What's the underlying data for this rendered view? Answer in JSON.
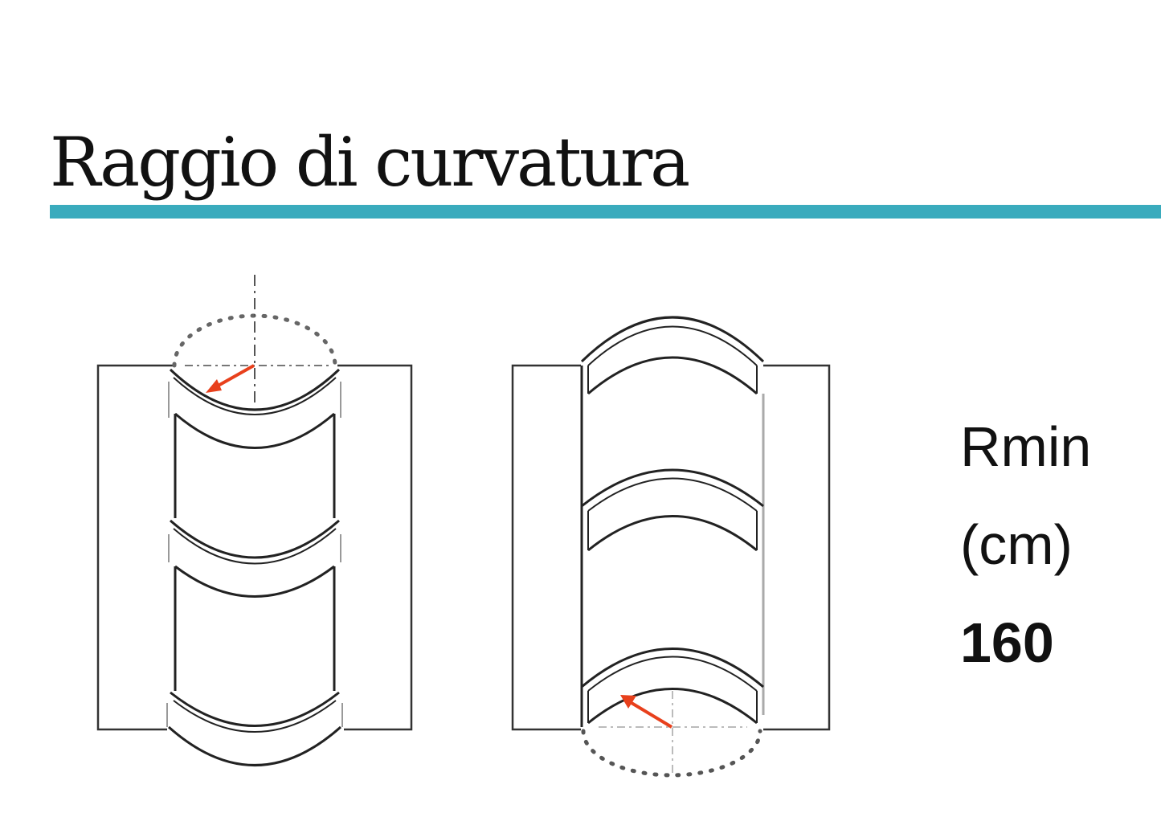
{
  "header": {
    "title": "Raggio di curvatura"
  },
  "colors": {
    "accent": "#3aabbd",
    "arrow": "#e8401c",
    "line": "#222222",
    "dotted": "#555555"
  },
  "figures": [
    {
      "name": "convex-bend",
      "description": "Pipe curved outward (convex), radius arrow at top"
    },
    {
      "name": "concave-bend",
      "description": "Pipe curved inward (concave), radius arrow at bottom"
    }
  ],
  "spec": {
    "label": "Rmin",
    "unit": "(cm)",
    "value": "160"
  }
}
